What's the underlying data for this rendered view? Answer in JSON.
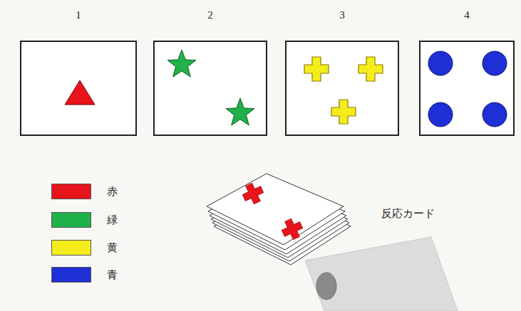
{
  "diagram": {
    "nodes": [
      {
        "text": [
          "1"
        ]
      },
      {
        "text": [
          "2"
        ]
      },
      {
        "text": [
          "3"
        ]
      },
      {
        "text": [
          "4"
        ]
      }
    ],
    "labels": [
      "反応カード"
    ],
    "legend": [
      {
        "text": "赤",
        "color": "#e8141b"
      },
      {
        "text": "緑",
        "color": "#21b14a"
      },
      {
        "text": "黄",
        "color": "#f5ec1c"
      },
      {
        "text": "青",
        "color": "#1e2fd6"
      }
    ]
  }
}
